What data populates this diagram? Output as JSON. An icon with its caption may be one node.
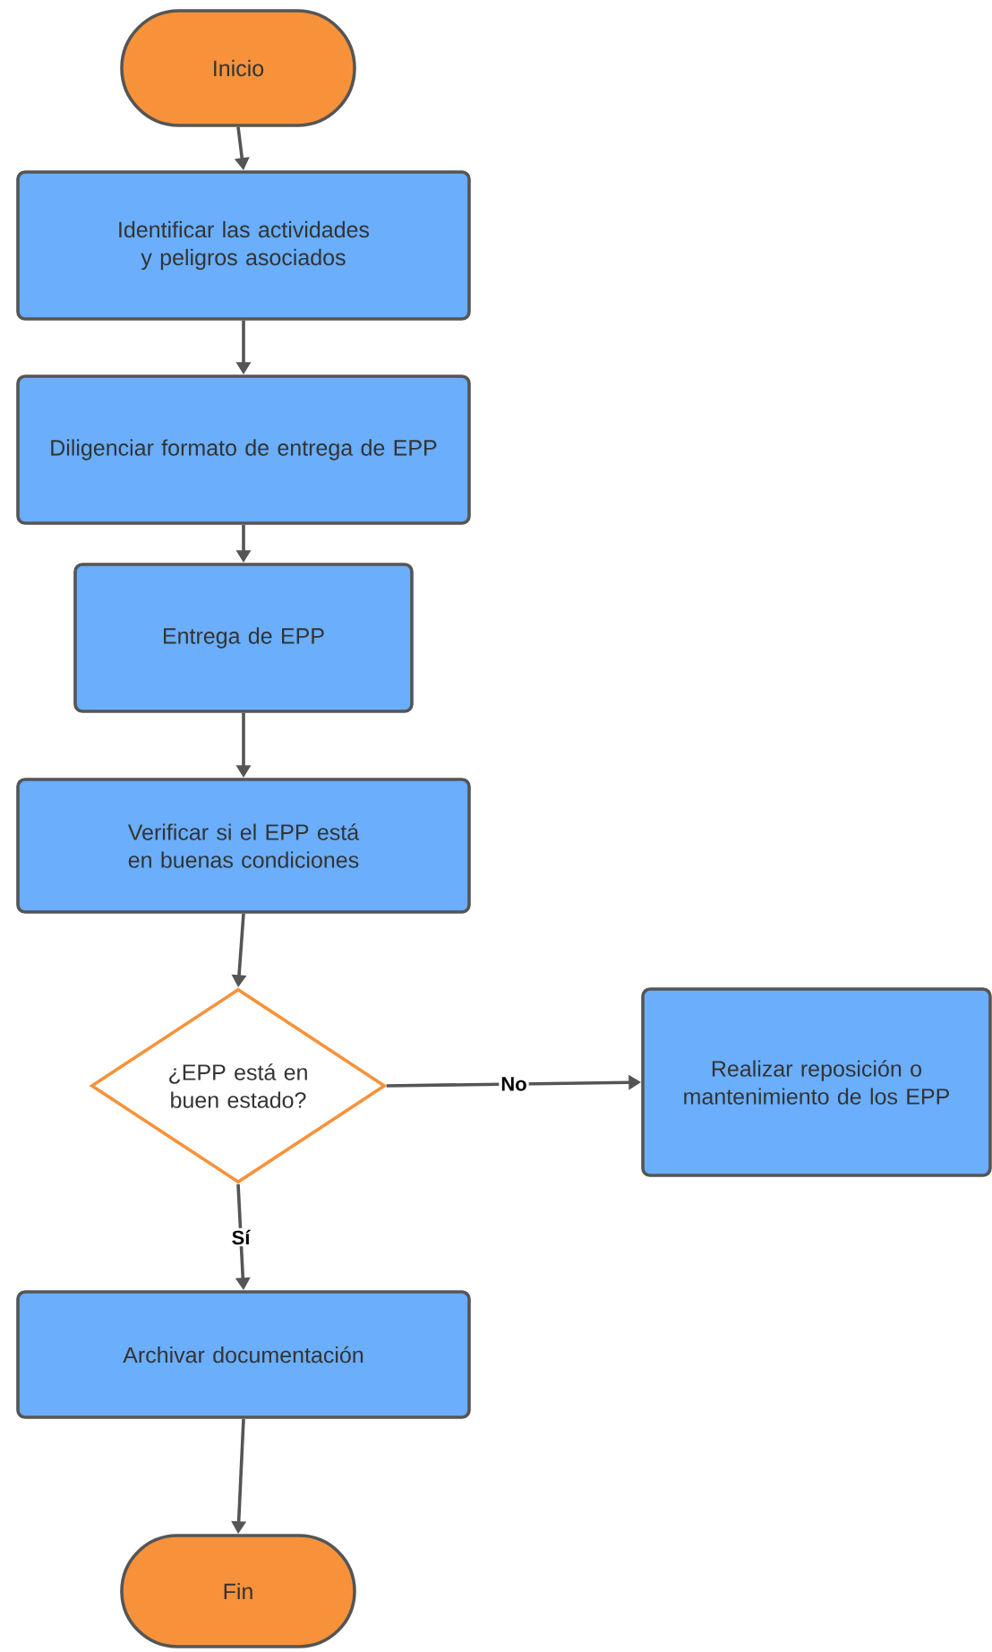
{
  "diagram": {
    "nodes": [
      {
        "text": [
          "Inicio"
        ]
      },
      {
        "text": [
          "Identificar las actividades y peligros asociados"
        ]
      },
      {
        "text": [
          "Diligenciar formato de entrega de EPP"
        ]
      },
      {
        "text": [
          "Entrega de EPP"
        ]
      },
      {
        "text": [
          "Verificar si el EPP está en buenas condiciones"
        ]
      },
      {
        "text": [
          "¿EPP está en buen estado?"
        ]
      },
      {
        "text": [
          "Realizar reposición o mantenimiento de los EPP"
        ]
      },
      {
        "text": [
          "Archivar documentación"
        ]
      },
      {
        "text": [
          "Fin"
        ]
      }
    ],
    "edges": [
      {
        "from": 0,
        "to": 1,
        "arrow": "to"
      },
      {
        "from": 1,
        "to": 2,
        "arrow": "to"
      },
      {
        "from": 2,
        "to": 3,
        "arrow": "to"
      },
      {
        "from": 3,
        "to": 4,
        "arrow": "to"
      },
      {
        "from": 4,
        "to": 5,
        "arrow": "to"
      },
      {
        "from": 5,
        "to": 6,
        "arrow": "to",
        "label": "No"
      },
      {
        "from": 5,
        "to": 7,
        "arrow": "to",
        "label": "Sí"
      },
      {
        "from": 7,
        "to": 8,
        "arrow": "to"
      }
    ]
  }
}
